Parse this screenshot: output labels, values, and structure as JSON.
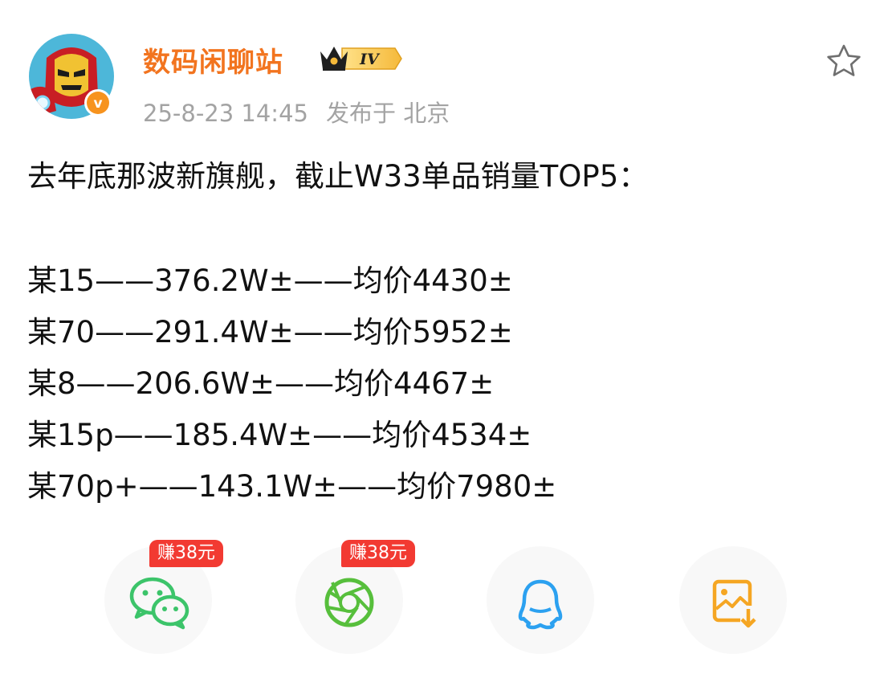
{
  "post": {
    "author": {
      "name": "数码闲聊站",
      "level_label": "IV",
      "avatar_icon": "iron-man-avatar",
      "verified_icon": "verified-v-badge",
      "verified_mark": "v"
    },
    "meta": {
      "timestamp": "25-8-23 14:45",
      "location": "发布于 北京"
    },
    "favorite_icon": "star-outline-icon",
    "content": {
      "intro": "去年底那波新旗舰，截止W33单品销量TOP5：",
      "lines": [
        "某15——376.2W±——均价4430±",
        "某70——291.4W±——均价5952±",
        "某8——206.6W±——均价4467±",
        "某15p——185.4W±——均价4534±",
        "某70p+——143.1W±——均价7980±"
      ]
    }
  },
  "share": {
    "buttons": [
      {
        "icon": "wechat-icon",
        "reward": "赚38元"
      },
      {
        "icon": "moments-icon",
        "reward": "赚38元"
      },
      {
        "icon": "qq-icon",
        "reward": ""
      },
      {
        "icon": "save-image-icon",
        "reward": ""
      }
    ]
  },
  "colors": {
    "username": "#f2741f",
    "meta": "#a3a3a3",
    "reward_tag": "#f23a32",
    "wechat": "#3cc46a",
    "moments": "#57bf3c",
    "qq": "#2ca1f0",
    "save_image": "#f5a623"
  }
}
